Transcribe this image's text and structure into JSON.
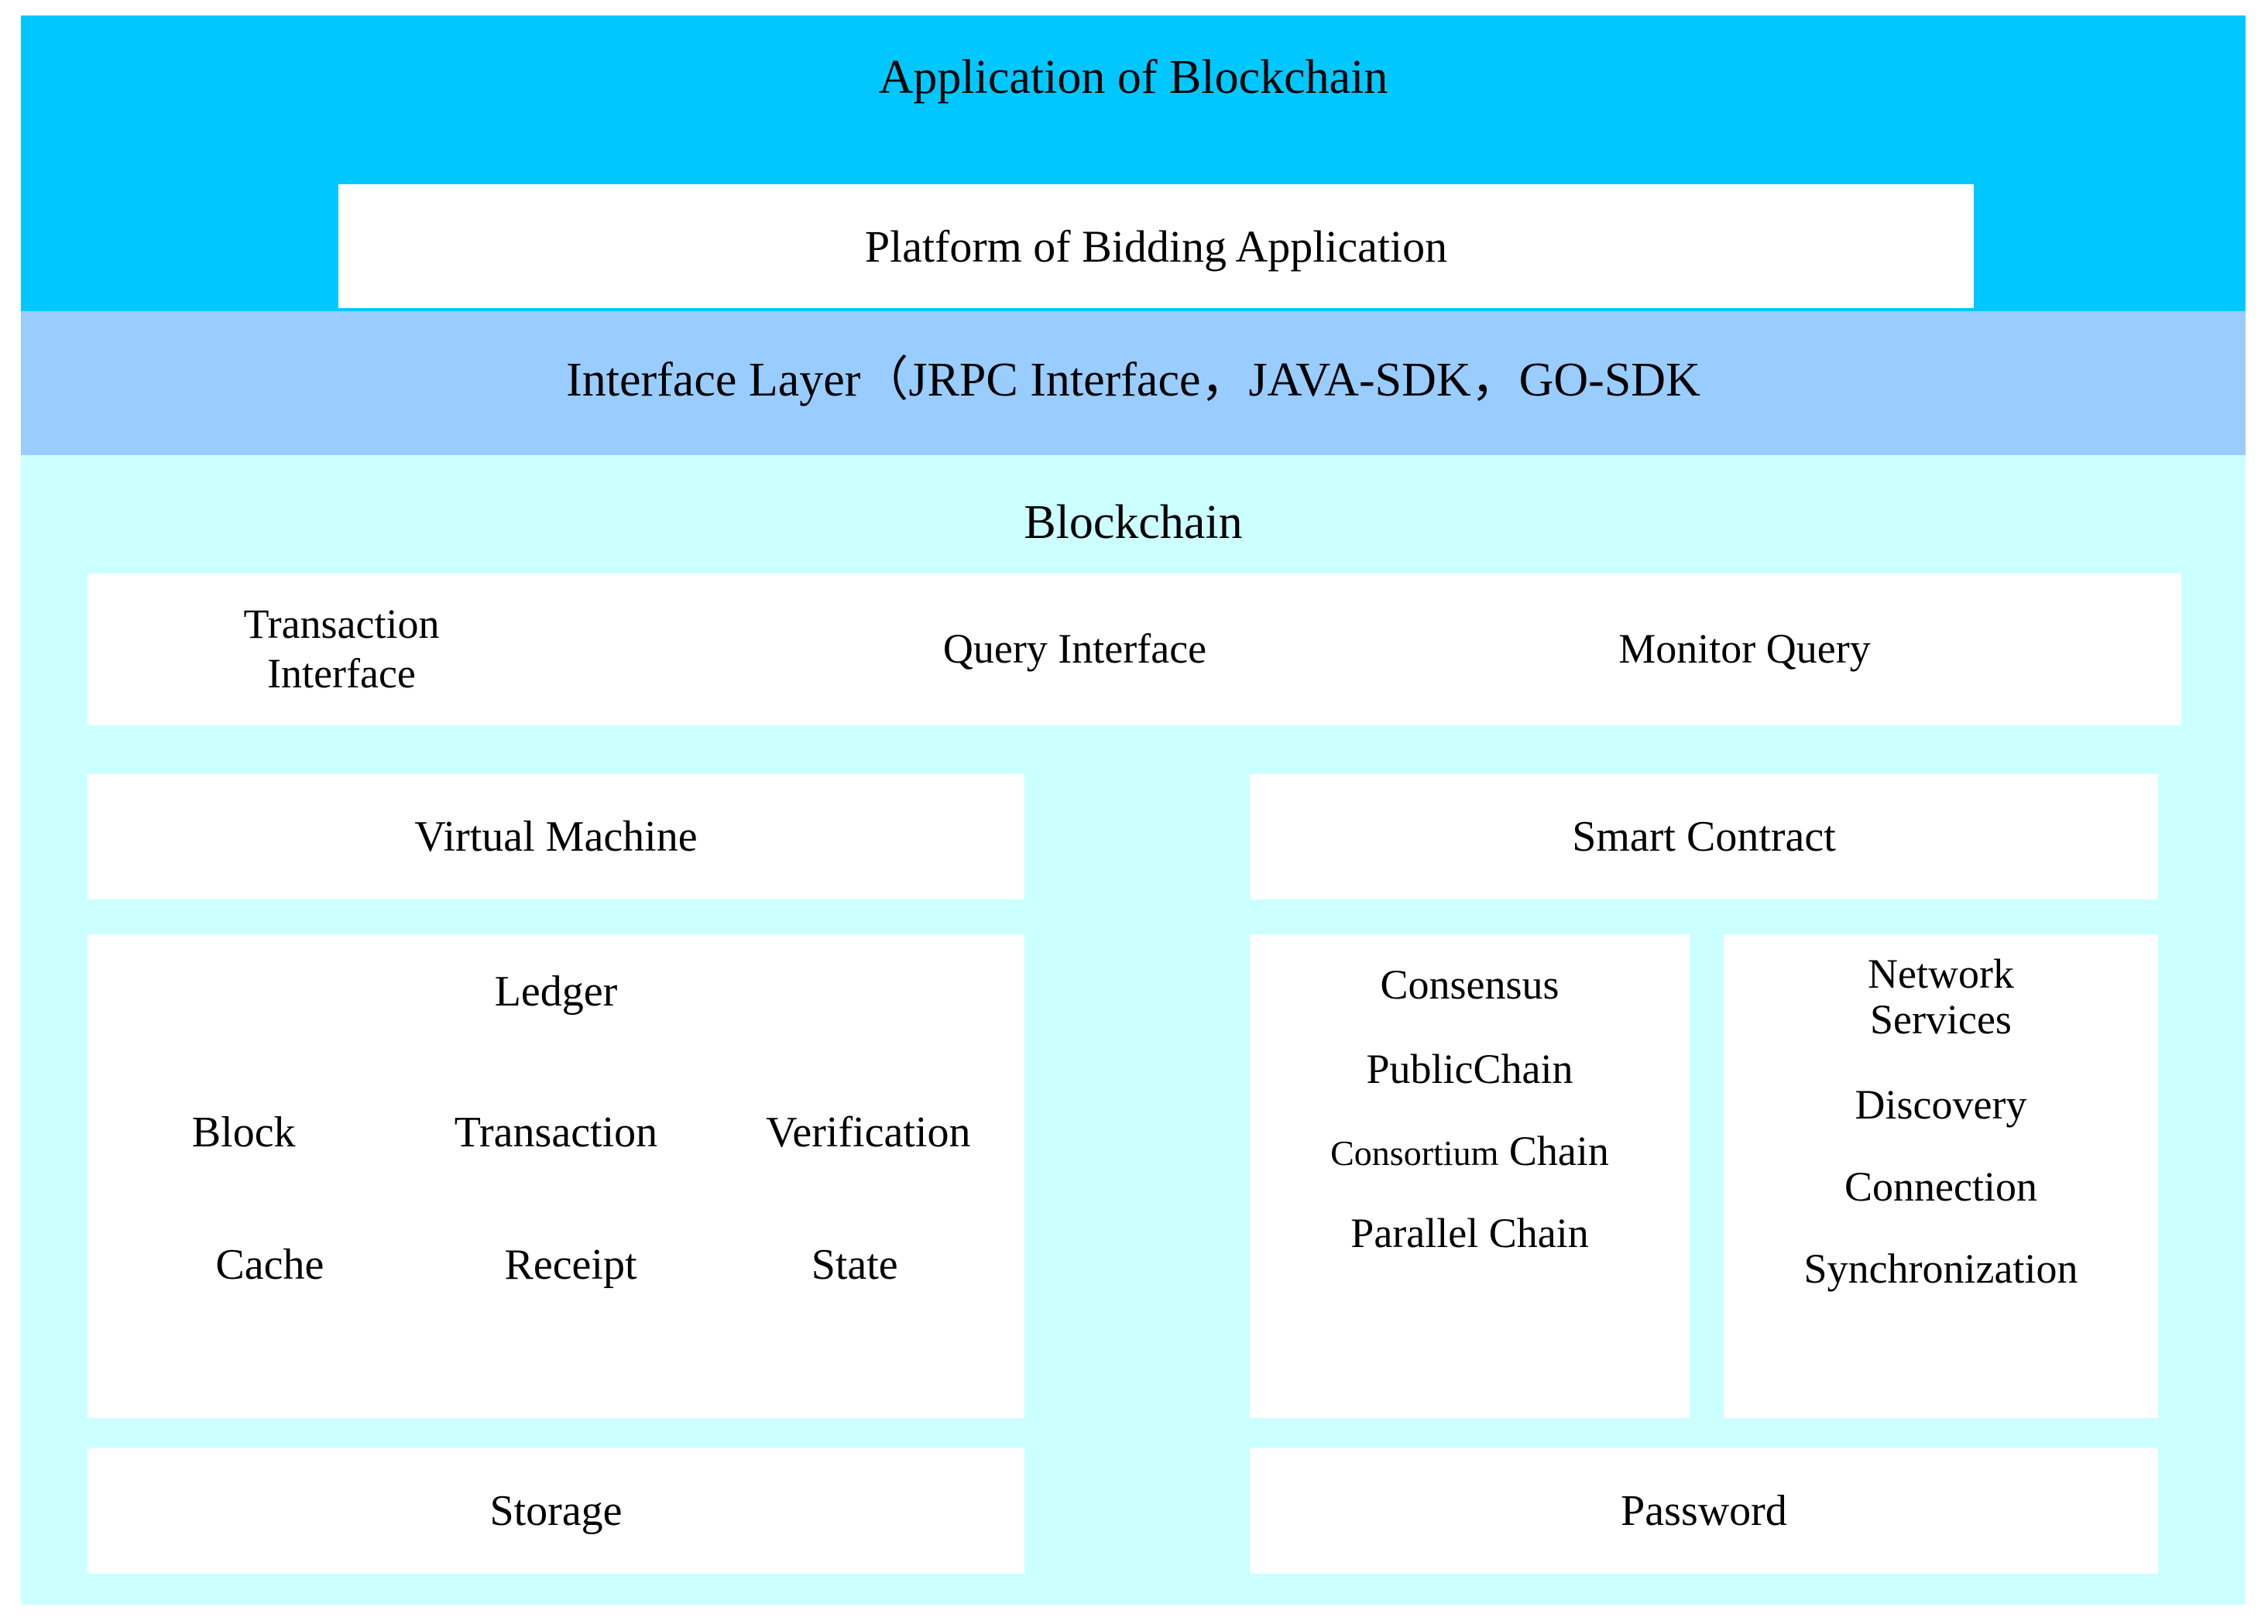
{
  "colors": {
    "application_band": "#00C8FF",
    "interface_band": "#99CCFF",
    "blockchain_band": "#CCFFFF",
    "box_fill": "#FFFFFF",
    "text": "#000000"
  },
  "layers": {
    "application": {
      "title": "Application of Blockchain",
      "platform_box": "Platform of Bidding Application"
    },
    "interface": {
      "title": "Interface Layer（JRPC Interface，JAVA-SDK，GO-SDK"
    },
    "blockchain": {
      "title": "Blockchain",
      "interfaces": [
        "Transaction Interface",
        "Query Interface",
        "Monitor Query"
      ],
      "interfaces_split": {
        "transaction_line1": "Transaction",
        "transaction_line2": "Interface",
        "query": "Query Interface",
        "monitor": "Monitor Query"
      },
      "virtual_machine": "Virtual Machine",
      "smart_contract": "Smart Contract",
      "ledger": {
        "title": "Ledger",
        "row1": [
          "Block",
          "Transaction",
          "Verification"
        ],
        "row2": [
          "Cache",
          "Receipt",
          "State"
        ]
      },
      "consensus": {
        "title": "Consensus",
        "items": [
          "PublicChain",
          "Consortium Chain",
          "Parallel Chain"
        ],
        "consortium_prefix": "Consortium",
        "consortium_suffix": " Chain"
      },
      "network": {
        "title_line1": "Network",
        "title_line2": "Services",
        "items": [
          "Discovery",
          "Connection",
          "Synchronization"
        ]
      },
      "storage": "Storage",
      "password": "Password"
    }
  }
}
